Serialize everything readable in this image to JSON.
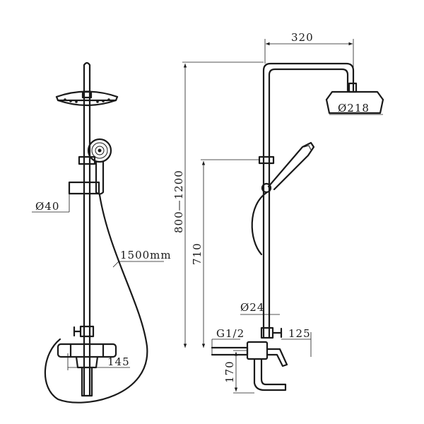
{
  "labels": {
    "head_width": "320",
    "head_diameter": "Ø218",
    "height_range": "800—1200",
    "arm_height": "710",
    "bar_diameter": "Ø40",
    "hose_length": "1500mm",
    "pipe_diameter": "Ø24",
    "thread": "G1/2",
    "outlet_depth": "125",
    "spout_height": "170",
    "mixer_width": "145"
  },
  "colors": {
    "line": "#1a1a1a",
    "background": "#ffffff"
  }
}
